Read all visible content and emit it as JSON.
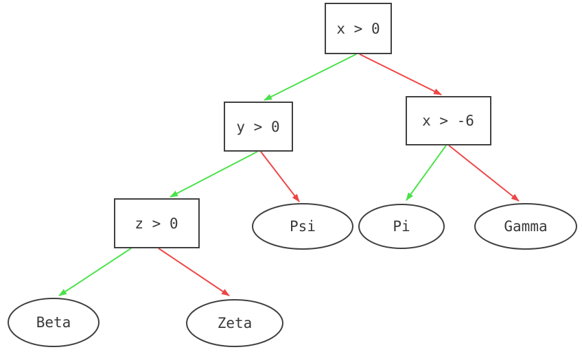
{
  "diagram": {
    "kind": "decision-tree",
    "colors": {
      "true_branch": "#4ae24a",
      "false_branch": "#ee4646",
      "node_border": "#3f3f3f",
      "node_text": "#383838",
      "background": "#ffffff"
    },
    "nodes": [
      {
        "id": "cond-x-gt-0",
        "label": "x > 0",
        "shape": "box"
      },
      {
        "id": "cond-y-gt-0",
        "label": "y > 0",
        "shape": "box"
      },
      {
        "id": "cond-x-gt-neg6",
        "label": "x > -6",
        "shape": "box"
      },
      {
        "id": "cond-z-gt-0",
        "label": "z > 0",
        "shape": "box"
      },
      {
        "id": "leaf-psi",
        "label": "Psi",
        "shape": "ellipse"
      },
      {
        "id": "leaf-pi",
        "label": "Pi",
        "shape": "ellipse"
      },
      {
        "id": "leaf-gamma",
        "label": "Gamma",
        "shape": "ellipse"
      },
      {
        "id": "leaf-beta",
        "label": "Beta",
        "shape": "ellipse"
      },
      {
        "id": "leaf-zeta",
        "label": "Zeta",
        "shape": "ellipse"
      }
    ],
    "edges": [
      {
        "from": "x > 0",
        "to": "y > 0",
        "color_name": "green",
        "color": "#4ae24a"
      },
      {
        "from": "x > 0",
        "to": "x > -6",
        "color_name": "red",
        "color": "#ee4646"
      },
      {
        "from": "y > 0",
        "to": "z > 0",
        "color_name": "green",
        "color": "#4ae24a"
      },
      {
        "from": "y > 0",
        "to": "Psi",
        "color_name": "red",
        "color": "#ee4646"
      },
      {
        "from": "x > -6",
        "to": "Pi",
        "color_name": "green",
        "color": "#4ae24a"
      },
      {
        "from": "x > -6",
        "to": "Gamma",
        "color_name": "red",
        "color": "#ee4646"
      },
      {
        "from": "z > 0",
        "to": "Beta",
        "color_name": "green",
        "color": "#4ae24a"
      },
      {
        "from": "z > 0",
        "to": "Zeta",
        "color_name": "red",
        "color": "#ee4646"
      }
    ]
  }
}
